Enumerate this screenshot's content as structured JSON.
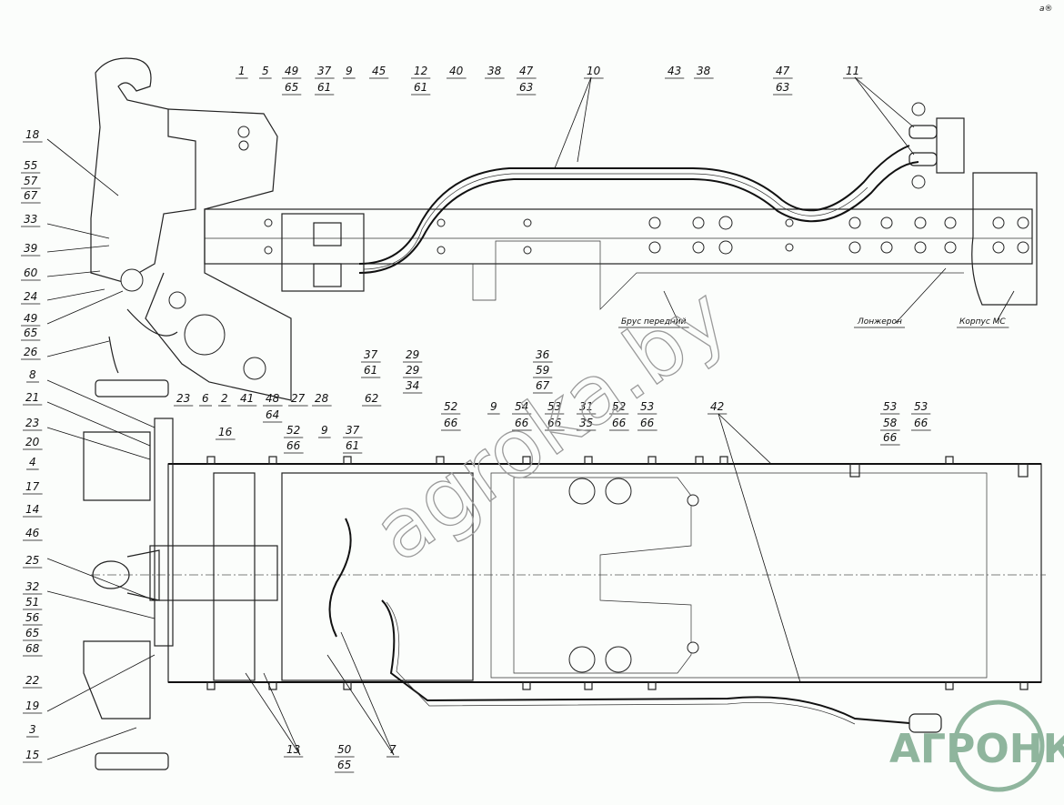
{
  "colors": {
    "line": "#222222",
    "background": "#fbfdfb",
    "logo": "#8fb59d"
  },
  "watermark": {
    "text": "agroka.by",
    "logo": "АГРОНКА"
  },
  "corner_mark": "а®",
  "part_labels": {
    "front_beam": "Брус передний",
    "side_member": "Лонжерон",
    "body_ms": "Корпус МС"
  },
  "left_callouts": [
    "18",
    "55",
    "57",
    "67",
    "33",
    "39",
    "60",
    "24",
    "49",
    "65",
    "26",
    "8",
    "21",
    "23",
    "20",
    "4",
    "17",
    "14",
    "46",
    "25",
    "32",
    "51",
    "56",
    "65",
    "68",
    "22",
    "19",
    "3",
    "15"
  ],
  "top_callouts": [
    "1",
    "5",
    "49",
    "65",
    "37",
    "61",
    "9",
    "45",
    "12",
    "61",
    "40",
    "38",
    "47",
    "63",
    "10",
    "43",
    "38",
    "47",
    "63",
    "11"
  ],
  "top_view_lower_callouts": [
    "23",
    "6",
    "2",
    "41",
    "48",
    "27",
    "28",
    "62",
    "64",
    "37",
    "61",
    "29",
    "29",
    "34",
    "36",
    "59",
    "67",
    "16"
  ],
  "bottom_view_callouts": [
    "52",
    "66",
    "9",
    "54",
    "66",
    "53",
    "66",
    "31",
    "35",
    "52",
    "66",
    "53",
    "66",
    "42",
    "53",
    "58",
    "66",
    "53",
    "66",
    "52",
    "66",
    "9",
    "37",
    "61",
    "13",
    "50",
    "65",
    "7"
  ]
}
